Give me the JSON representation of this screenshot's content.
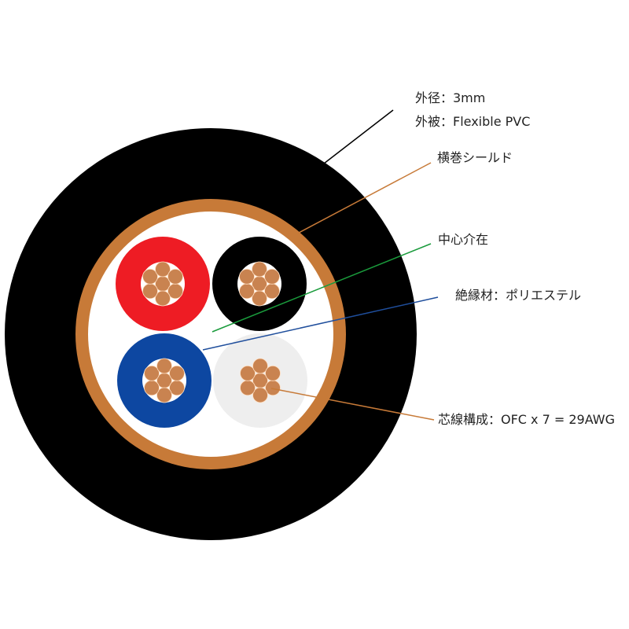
{
  "labels": {
    "outer_diameter": "外径：3mm",
    "jacket": "外被：Flexible PVC",
    "shield": "横巻シールド",
    "filler": "中心介在",
    "insulation": "絶縁材：ポリエステル",
    "conductor": "芯線構成：OFC  x 7 = 29AWG"
  },
  "colors": {
    "jacket": "#000000",
    "shield": "#c77a38",
    "filler": "#ffffff",
    "copper": "#c98350",
    "copper_edge": "#ffe0c4",
    "core_red": "#ee1c24",
    "core_black": "#000000",
    "core_blue": "#0d47a1",
    "core_white": "#eeeeee",
    "leader_jacket": "#000000",
    "leader_shield": "#c77a38",
    "leader_filler": "#1a9b3c",
    "leader_insulation": "#1f4e9c",
    "leader_conductor": "#c77a38"
  }
}
